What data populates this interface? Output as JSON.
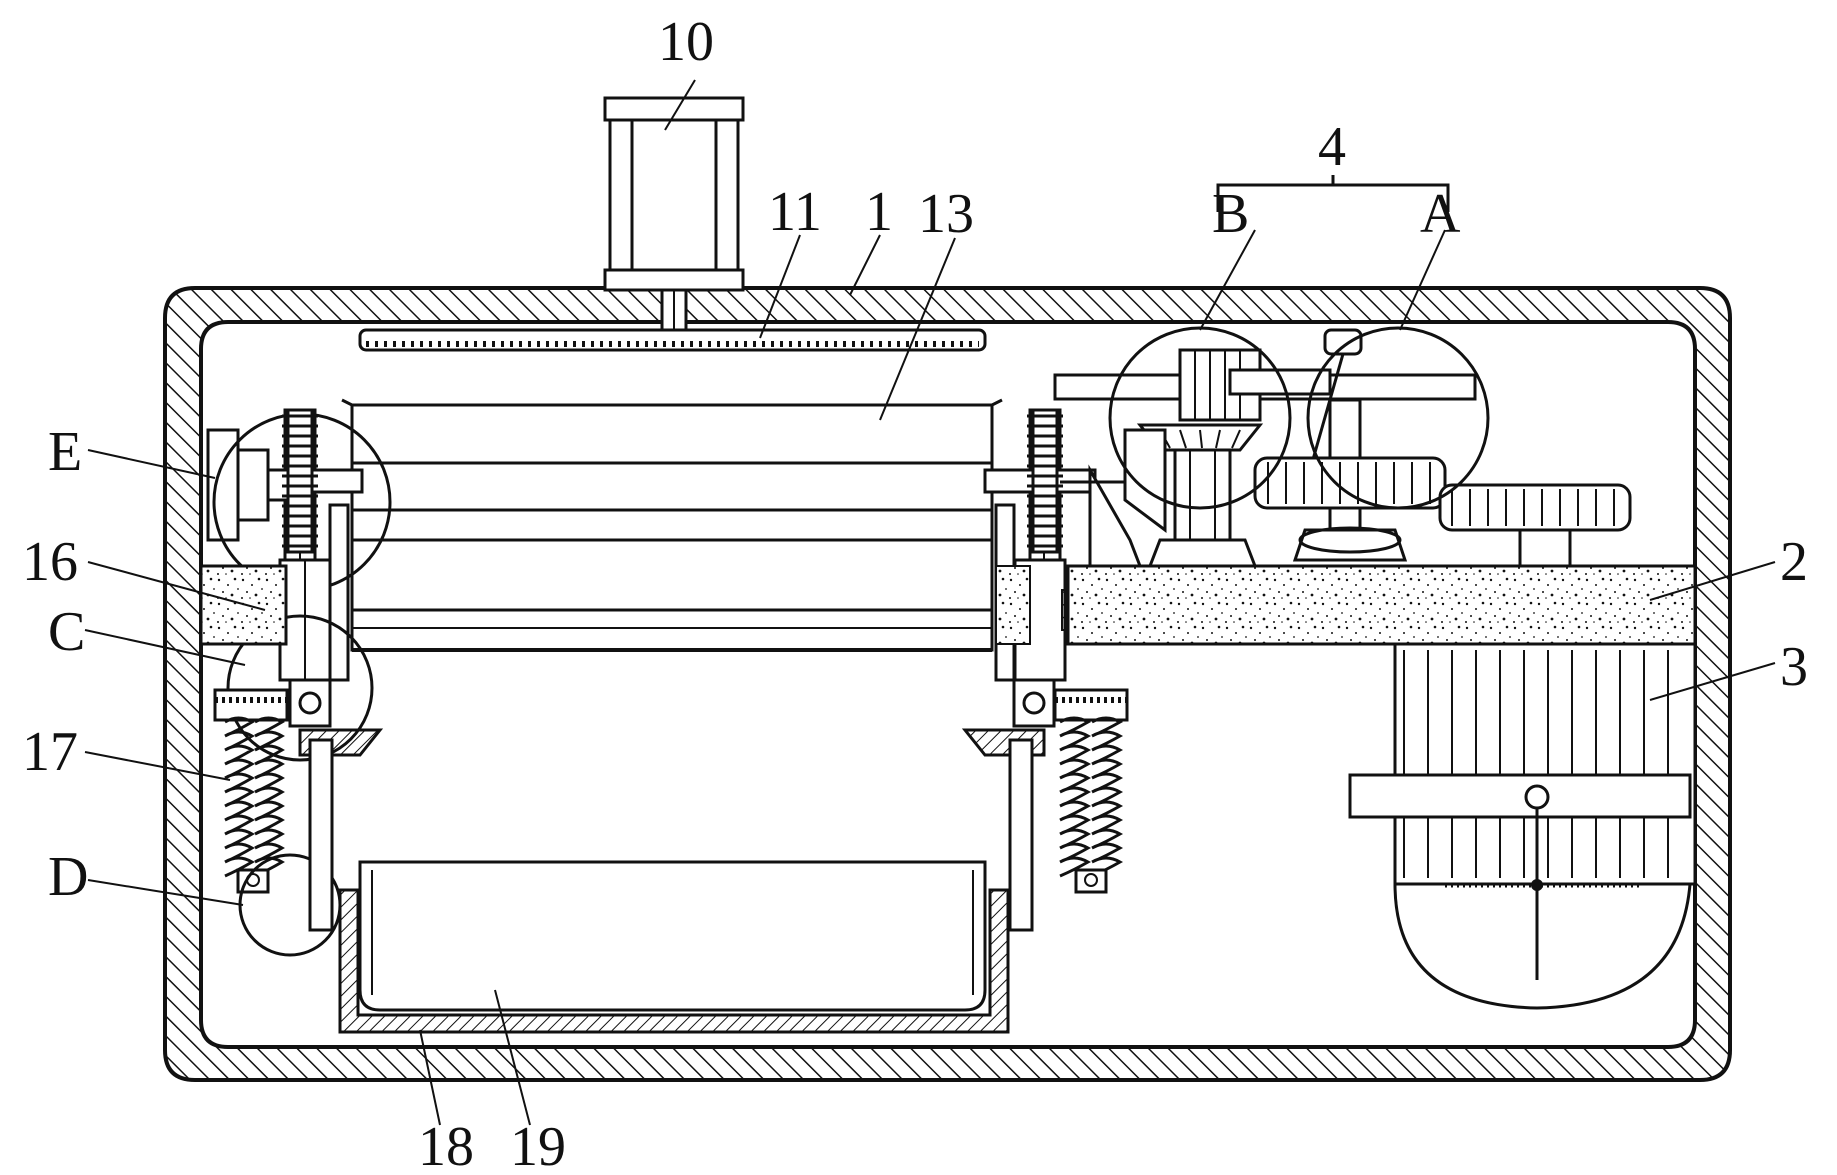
{
  "diagram": {
    "labels": {
      "l10": "10",
      "l11": "11",
      "l1": "1",
      "l13": "13",
      "l4": "4",
      "lB": "B",
      "lA": "A",
      "lE": "E",
      "l16": "16",
      "lC": "C",
      "l17": "17",
      "lD": "D",
      "l2": "2",
      "l3": "3",
      "l18": "18",
      "l19": "19"
    },
    "colors": {
      "ink": "#111111",
      "paper": "#ffffff"
    }
  }
}
